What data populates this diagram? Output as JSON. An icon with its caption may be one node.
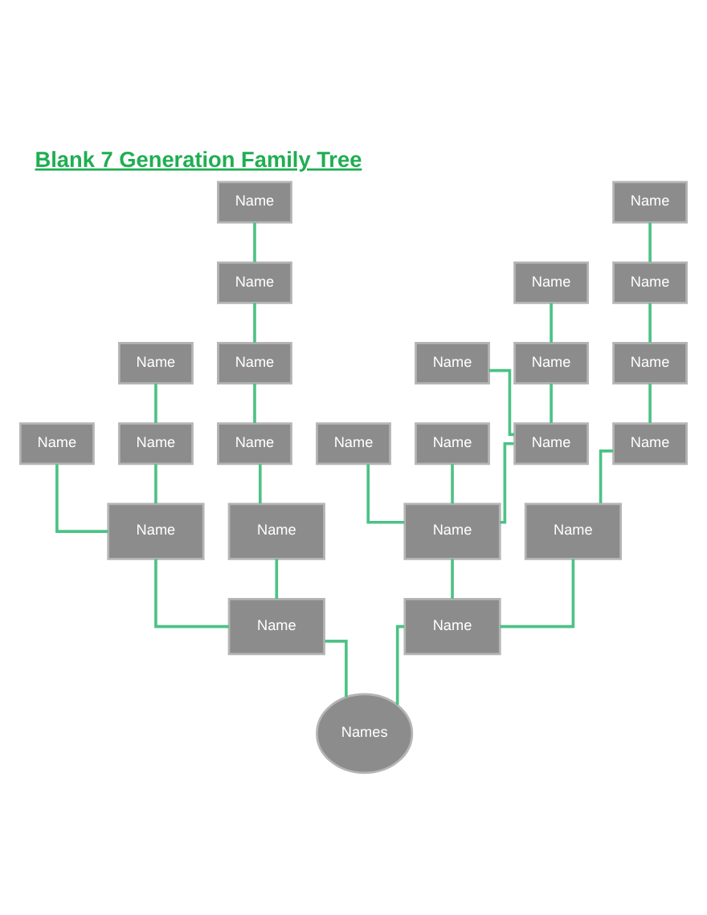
{
  "diagram": {
    "title": "Blank 7 Generation Family Tree",
    "nodes": [
      {
        "text": [
          "Name"
        ]
      },
      {
        "text": [
          "Name"
        ]
      },
      {
        "text": [
          "Name"
        ]
      },
      {
        "text": [
          "Name"
        ]
      },
      {
        "text": [
          "Name"
        ]
      },
      {
        "text": [
          "Name"
        ]
      },
      {
        "text": [
          "Name"
        ]
      },
      {
        "text": [
          "Name"
        ]
      },
      {
        "text": [
          "Name"
        ]
      },
      {
        "text": [
          "Name"
        ]
      },
      {
        "text": [
          "Name"
        ]
      },
      {
        "text": [
          "Name"
        ]
      },
      {
        "text": [
          "Name"
        ]
      },
      {
        "text": [
          "Name"
        ]
      },
      {
        "text": [
          "Name"
        ]
      },
      {
        "text": [
          "Name"
        ]
      },
      {
        "text": [
          "Name"
        ]
      },
      {
        "text": [
          "Name"
        ]
      },
      {
        "text": [
          "Name"
        ]
      },
      {
        "text": [
          "Name"
        ]
      },
      {
        "text": [
          "Name"
        ]
      },
      {
        "text": [
          "Name"
        ]
      },
      {
        "text": [
          "Name"
        ]
      },
      {
        "text": [
          "Names"
        ]
      }
    ],
    "edges": [
      {
        "from": 0,
        "to": 2,
        "arrow": "none"
      },
      {
        "from": 2,
        "to": 6,
        "arrow": "none"
      },
      {
        "from": 6,
        "to": 12,
        "arrow": "none"
      },
      {
        "from": 12,
        "to": 18,
        "arrow": "none"
      },
      {
        "from": 5,
        "to": 11,
        "arrow": "none"
      },
      {
        "from": 10,
        "to": 17,
        "arrow": "none"
      },
      {
        "from": 11,
        "to": 17,
        "arrow": "none"
      },
      {
        "from": 1,
        "to": 4,
        "arrow": "none"
      },
      {
        "from": 4,
        "to": 9,
        "arrow": "none"
      },
      {
        "from": 9,
        "to": 16,
        "arrow": "none"
      },
      {
        "from": 16,
        "to": 20,
        "arrow": "none"
      },
      {
        "from": 3,
        "to": 8,
        "arrow": "none"
      },
      {
        "from": 7,
        "to": 15,
        "arrow": "none"
      },
      {
        "from": 8,
        "to": 15,
        "arrow": "none"
      },
      {
        "from": 13,
        "to": 19,
        "arrow": "none"
      },
      {
        "from": 14,
        "to": 19,
        "arrow": "none"
      },
      {
        "from": 15,
        "to": 19,
        "arrow": "none"
      },
      {
        "from": 17,
        "to": 21,
        "arrow": "none"
      },
      {
        "from": 18,
        "to": 21,
        "arrow": "none"
      },
      {
        "from": 19,
        "to": 22,
        "arrow": "none"
      },
      {
        "from": 20,
        "to": 22,
        "arrow": "none"
      },
      {
        "from": 21,
        "to": 23,
        "arrow": "none"
      },
      {
        "from": 22,
        "to": 23,
        "arrow": "none"
      }
    ]
  }
}
